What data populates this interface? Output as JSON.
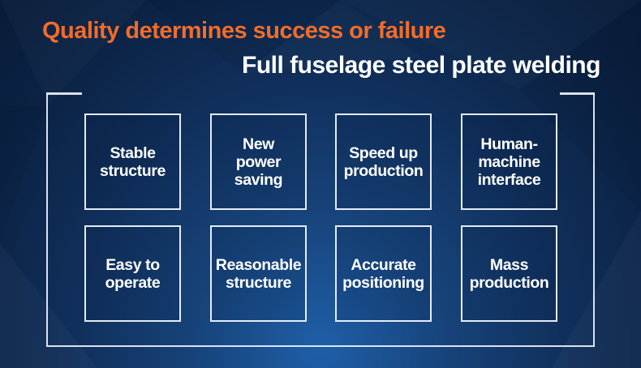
{
  "header": {
    "headline": "Quality determines success or failure",
    "subline": "Full fuselage steel plate welding"
  },
  "colors": {
    "headline": "#f26c2a",
    "text": "#ffffff",
    "background": "#0f2c55"
  },
  "features": [
    "Stable\nstructure",
    "New\npower\nsaving",
    "Speed up\nproduction",
    "Human-\nmachine\ninterface",
    "Easy to\noperate",
    "Reasonable\nstructure",
    "Accurate\npositioning",
    "Mass\nproduction"
  ]
}
